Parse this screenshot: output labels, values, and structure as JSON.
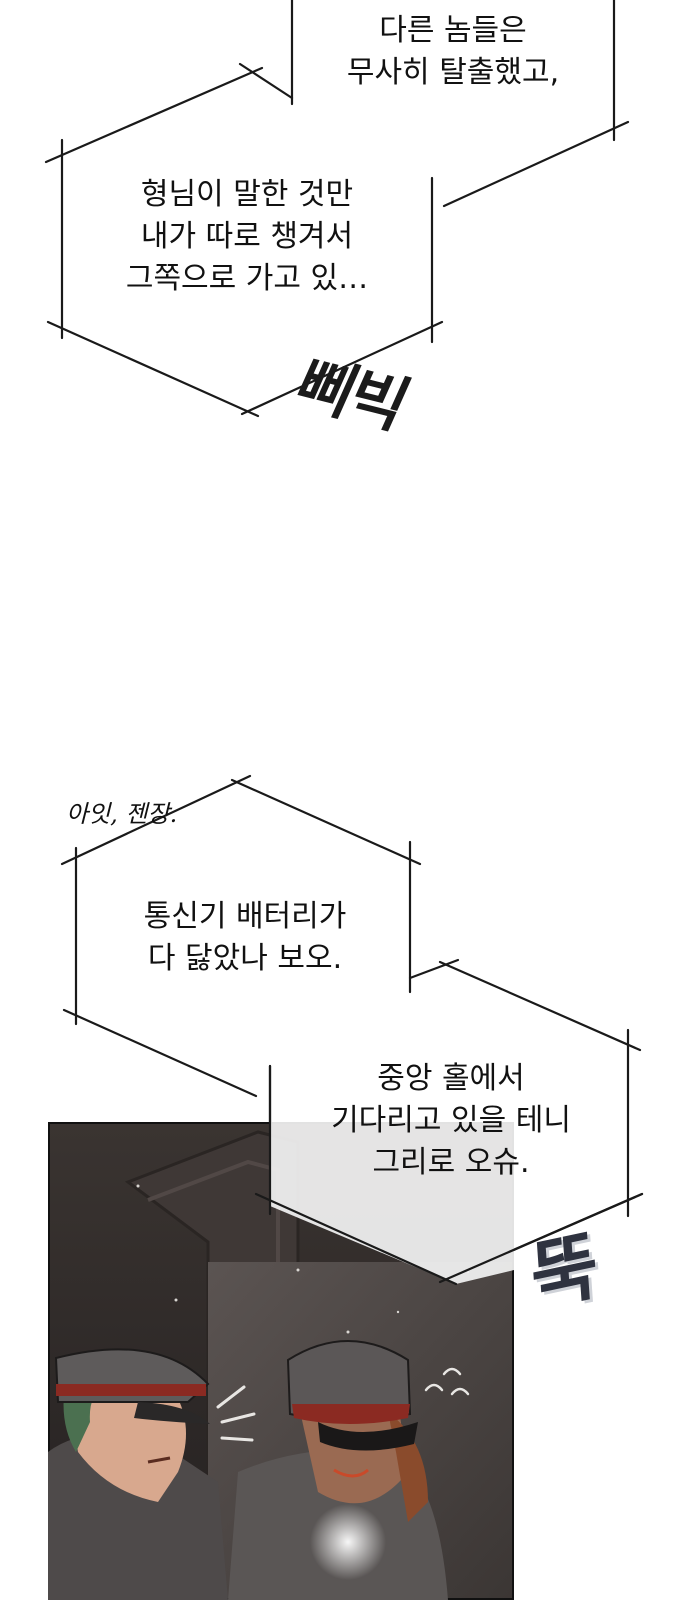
{
  "bubbles": {
    "b1": {
      "lines": [
        "다른 놈들은",
        "무사히 탈출했고,"
      ]
    },
    "b2": {
      "lines": [
        "형님이 말한 것만",
        "내가 따로 챙겨서",
        "그쪽으로 가고 있…"
      ]
    },
    "b3": {
      "lines": [
        "통신기 배터리가",
        "다 닳았나 보오."
      ]
    },
    "b4": {
      "lines": [
        "중앙 홀에서",
        "기다리고 있을 테니",
        "그리로 오슈."
      ]
    }
  },
  "sfx": {
    "beep": "삐빅",
    "click": "뚝",
    "aside": "아잇, 젠장."
  },
  "colors": {
    "ink": "#111111",
    "bubble_line": "#1a1a1a",
    "panel_bg": "#2e2a28",
    "wall": "#4a4442",
    "uniform": "#5a5655",
    "band_red": "#8b2a22"
  }
}
